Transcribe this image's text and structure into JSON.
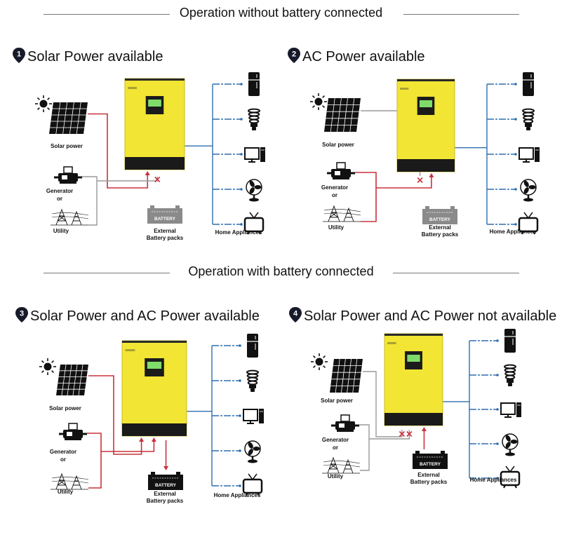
{
  "sections": {
    "without_battery": "Operation without battery connected",
    "with_battery": "Operation with battery connected"
  },
  "panels": [
    {
      "num": "1",
      "title": "Solar Power available",
      "solar": "Solar power",
      "generator": "Generator",
      "or": "or",
      "utility": "Utility",
      "battery_label": "BATTERY",
      "battery_caption_1": "External",
      "battery_caption_2": "Battery packs",
      "appliances": "Home Appliances"
    },
    {
      "num": "2",
      "title": "AC Power available",
      "solar": "Solar power",
      "generator": "Generator",
      "or": "or",
      "utility": "Utility",
      "battery_label": "BATTERY",
      "battery_caption_1": "External",
      "battery_caption_2": "Battery packs",
      "appliances": "Home Appliances"
    },
    {
      "num": "3",
      "title": "Solar Power and AC Power available",
      "solar": "Solar power",
      "generator": "Generator",
      "or": "or",
      "utility": "Utility",
      "battery_label": "BATTERY",
      "battery_caption_1": "External",
      "battery_caption_2": "Battery packs",
      "appliances": "Home Appliances"
    },
    {
      "num": "4",
      "title": "Solar Power and AC Power not available",
      "solar": "Solar power",
      "generator": "Generator",
      "or": "or",
      "utility": "Utility",
      "battery_label": "BATTERY",
      "battery_caption_1": "External",
      "battery_caption_2": "Battery packs",
      "appliances": "Home Appliances"
    }
  ],
  "colors": {
    "inverter_body": "#f2e533",
    "inverter_base": "#1a1a1a",
    "power_flow_red": "#c8323c",
    "inactive_gray": "#9a9a9a",
    "appliance_blue": "#2f6fb0",
    "battery_active": "#111111",
    "battery_inactive": "#8a8a8a"
  },
  "icons": [
    "location-pin-icon",
    "sun-icon",
    "solar-panel-icon",
    "generator-icon",
    "utility-tower-icon",
    "inverter-icon",
    "battery-icon",
    "refrigerator-icon",
    "light-bulb-icon",
    "computer-icon",
    "fan-icon",
    "television-icon"
  ]
}
